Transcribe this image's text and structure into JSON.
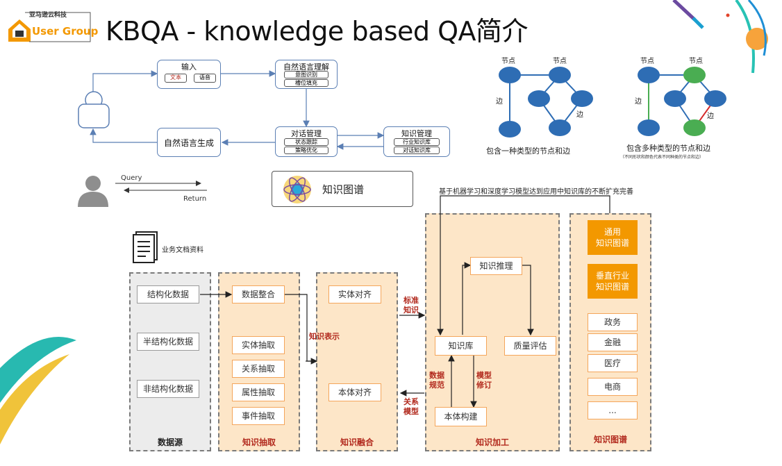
{
  "logo": {
    "subtitle": "亚马逊云科技",
    "name": "User Group"
  },
  "slide_title": "KBQA -  knowledge based QA简介",
  "flow": {
    "input": "输入",
    "input_text": "文本",
    "input_voice": "语音",
    "nlu": "自然语言理解",
    "nlu_intent": "意图识别",
    "nlu_slot": "槽位填充",
    "dm": "对话管理",
    "dm_state": "状态跟踪",
    "dm_policy": "策略优化",
    "km": "知识管理",
    "km_industry": "行业知识库",
    "km_dialog": "对话知识库",
    "nlg": "自然语言生成"
  },
  "query": {
    "query": "Query",
    "return": "Return"
  },
  "kg_badge": "知识图谱",
  "graph_single": {
    "node_a": "节点",
    "node_b": "节点",
    "edge_a": "边",
    "edge_b": "边",
    "caption": "包含一种类型的节点和边"
  },
  "graph_multi": {
    "node_a": "节点",
    "node_b": "节点",
    "edge_a": "边",
    "edge_b": "边",
    "caption": "包含多种类型的节点和边",
    "note": "（不同形状和颜色代表不同种类的节点和边）"
  },
  "top_note": "基于机器学习和深度学习模型达到应用中知识库的不断扩充完善",
  "doc_label": "业务文档资料",
  "source": {
    "items": [
      "结构化数据",
      "半结构化数据",
      "非结构化数据"
    ],
    "footer": "数据源"
  },
  "extract": {
    "items": [
      "数据整合",
      "实体抽取",
      "关系抽取",
      "属性抽取",
      "事件抽取"
    ],
    "footer": "知识抽取"
  },
  "fusion": {
    "items": [
      "实体对齐",
      "本体对齐"
    ],
    "footer": "知识融合"
  },
  "labels": {
    "repr": "知识表示",
    "std": "标准\n知识",
    "rel": "关系\n模型",
    "norm": "数据\n规范",
    "rev": "模型\n修订"
  },
  "process": {
    "reasoning": "知识推理",
    "kb": "知识库",
    "quality": "质量评估",
    "ontology": "本体构建",
    "footer": "知识加工"
  },
  "kgcol": {
    "general": "通用\n知识图谱",
    "vertical": "垂直行业\n知识图谱",
    "items": [
      "政务",
      "金融",
      "医疗",
      "电商",
      "..."
    ],
    "footer": "知识图谱"
  },
  "colors": {
    "orange": "#f39800",
    "panel": "#fde6c8",
    "gray_panel": "#ececec",
    "node_blue": "#2e6db4",
    "node_green": "#4aad52"
  }
}
